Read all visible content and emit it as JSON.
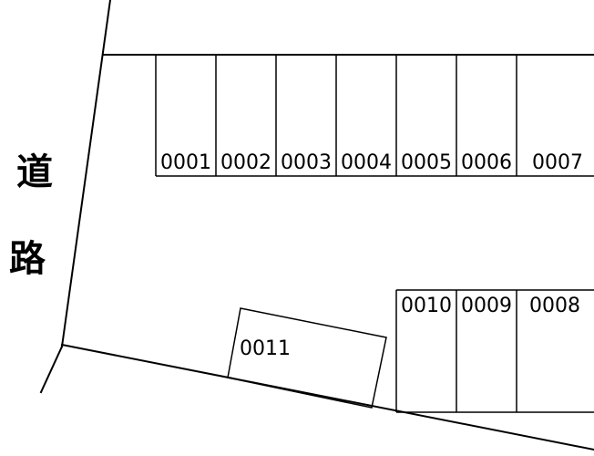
{
  "road": {
    "char_1": "道",
    "char_2": "路"
  },
  "top_row": [
    {
      "id": "0001"
    },
    {
      "id": "0002"
    },
    {
      "id": "0003"
    },
    {
      "id": "0004"
    },
    {
      "id": "0005"
    },
    {
      "id": "0006"
    },
    {
      "id": "0007"
    }
  ],
  "bottom_row": [
    {
      "id": "0010"
    },
    {
      "id": "0009"
    },
    {
      "id": "0008"
    }
  ],
  "angled_space": {
    "id": "0011"
  }
}
